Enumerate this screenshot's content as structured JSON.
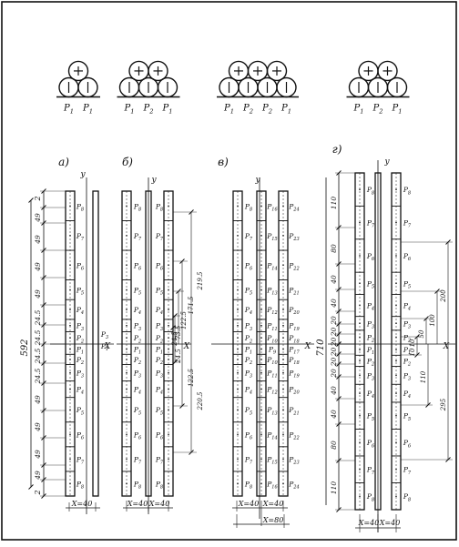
{
  "top_row": [
    {
      "bottom": [
        "|",
        "|"
      ],
      "top": [
        "+"
      ],
      "labels": [
        "P1",
        "P1"
      ]
    },
    {
      "bottom": [
        "|",
        "|",
        "|"
      ],
      "top": [
        "+",
        "+"
      ],
      "labels": [
        "P1",
        "P2",
        "P1"
      ]
    },
    {
      "bottom": [
        "|",
        "|",
        "|",
        "|"
      ],
      "top": [
        "+",
        "+",
        "+"
      ],
      "labels": [
        "P1",
        "P2",
        "P2",
        "P1"
      ]
    },
    {
      "bottom": [
        "|",
        "|",
        "|"
      ],
      "top": [
        "+",
        "+"
      ],
      "labels": [
        "P1",
        "P2",
        "P1"
      ]
    }
  ],
  "panels": {
    "a": {
      "label": "а)",
      "y_axis": "y",
      "x_axis": "X",
      "total_dim": "592",
      "edge_dims": [
        "2",
        "2"
      ],
      "upper_dims": [
        "49",
        "49",
        "49",
        "49",
        "24.5",
        "24.5"
      ],
      "lower_dims": [
        "24.5",
        "24.5",
        "49",
        "49",
        "49",
        "49"
      ],
      "upper_plates": [
        "P8",
        "P7",
        "P6",
        "P5",
        "P4",
        "P3",
        "P2"
      ],
      "lower_plates": [
        "P1",
        "P2",
        "P3",
        "P4",
        "P5",
        "P6",
        "P7",
        "P8"
      ],
      "right_upper": "P8",
      "right_lower": "P1",
      "right_x_labels": [
        "P3",
        "P1"
      ],
      "x_dist": "X=40"
    },
    "b": {
      "label": "б)",
      "y_axis": "y",
      "x_axis": "X",
      "col1_upper": [
        "P8",
        "P7",
        "P6",
        "P5",
        "P4",
        "P3",
        "P2"
      ],
      "col1_lower": [
        "P1",
        "P2",
        "P3",
        "P4",
        "P5",
        "P6",
        "P7",
        "P8"
      ],
      "col2_upper": [
        "P8",
        "P7",
        "P6",
        "P5",
        "P4",
        "P3",
        "P2"
      ],
      "col2_lower": [
        "P1",
        "P2",
        "P3",
        "P4",
        "P5",
        "P6",
        "P7",
        "P8"
      ],
      "right_dims": [
        "219.5",
        "171.5",
        "122.5",
        "73.5",
        "24.5",
        "24.5",
        "122.5",
        "220.5"
      ],
      "x_dist": [
        "X=40",
        "X=40"
      ]
    },
    "v": {
      "label": "в)",
      "y_axis": "y",
      "x_axis": "X",
      "col1_upper": [
        "P8",
        "P7",
        "P6",
        "P5",
        "P4",
        "P3",
        "P2"
      ],
      "col1_lower": [
        "P1",
        "P2",
        "P3",
        "P4",
        "P5",
        "P6",
        "P7",
        "P8"
      ],
      "col2_upper": [
        "P16",
        "P15",
        "P14",
        "P13",
        "P12",
        "P11",
        "P10"
      ],
      "col2_lower": [
        "P9",
        "P10",
        "P11",
        "P12",
        "P13",
        "P14",
        "P15",
        "P16"
      ],
      "col3_upper": [
        "P24",
        "P23",
        "P22",
        "P21",
        "P20",
        "P19",
        "P18"
      ],
      "col3_lower": [
        "P17",
        "P18",
        "P19",
        "P20",
        "P21",
        "P22",
        "P23",
        "P24"
      ],
      "x_dist": [
        "X=40",
        "X=40",
        "X=80"
      ]
    },
    "g": {
      "label": "г)",
      "y_axis": "y",
      "x_axis": "X",
      "total_dim": "710",
      "left_dims_upper": [
        "110",
        "80",
        "40",
        "40",
        "20",
        "20",
        "20"
      ],
      "left_dims_lower": [
        "20",
        "20",
        "20",
        "40",
        "40",
        "80",
        "110"
      ],
      "upper_plates": [
        "P8",
        "P7",
        "P6",
        "P5",
        "P4",
        "P3",
        "P2"
      ],
      "lower_plates": [
        "P1",
        "P2",
        "P3",
        "P4",
        "P5",
        "P6",
        "P7",
        "P8"
      ],
      "right_upper": [
        "P8",
        "P7",
        "P6",
        "P5",
        "P4",
        "P3",
        "P2"
      ],
      "right_lower": [
        "P1",
        "P2",
        "P3",
        "P4",
        "P5",
        "P6",
        "P7",
        "P8"
      ],
      "right_dims": [
        "200",
        "100",
        "50",
        "10",
        "10",
        "110",
        "295"
      ],
      "x_dist": [
        "X=40",
        "X=40"
      ]
    }
  }
}
